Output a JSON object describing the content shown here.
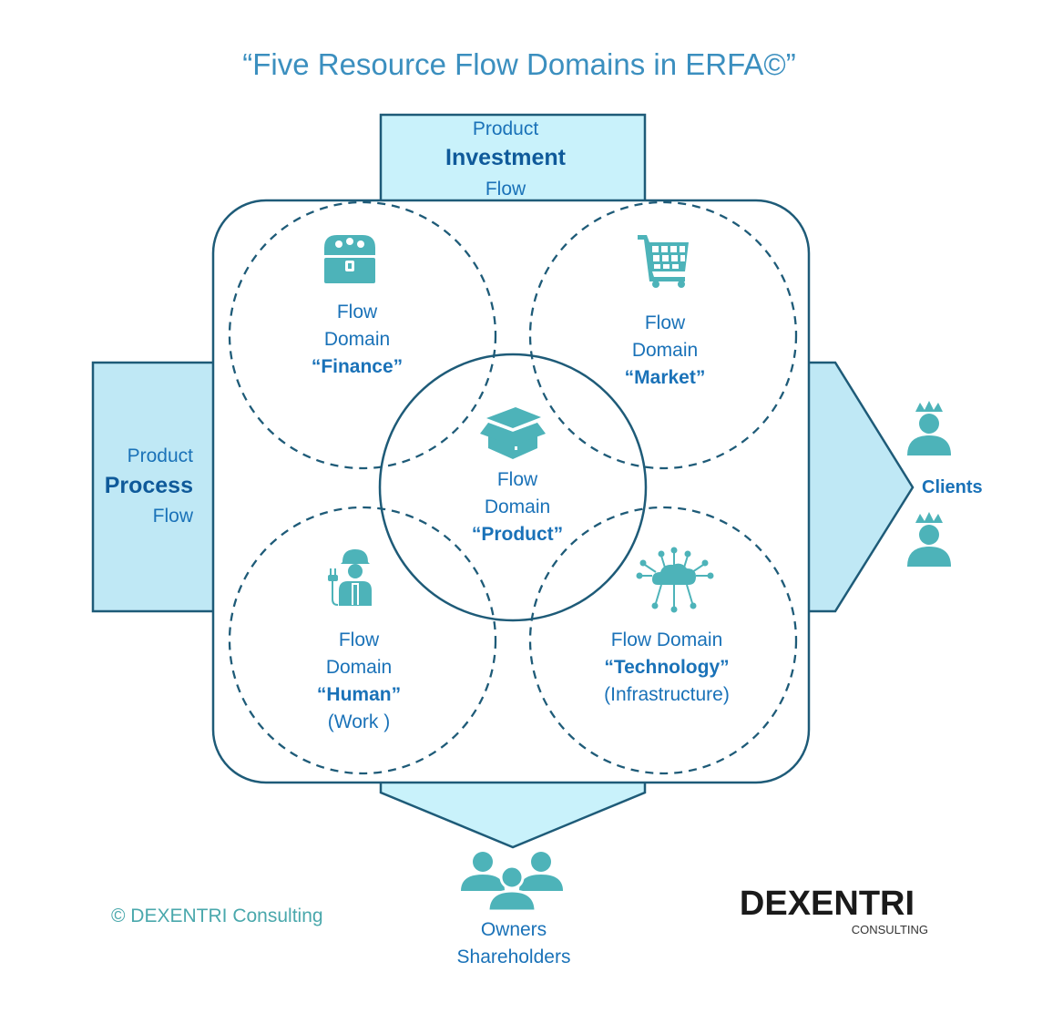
{
  "title": "“Five Resource Flow Domains in ERFA©”",
  "colors": {
    "title": "#3b8fbf",
    "primary_text": "#1a72b8",
    "dark_blue": "#0f5a9a",
    "teal_icon": "#4db3b9",
    "teal_text": "#4aa8ac",
    "frame_stroke": "#1e5b78",
    "arrow_fill": "#bfe8f5",
    "arrow_fill_light": "#c9f2fb"
  },
  "flows": {
    "investment": {
      "line1": "Product",
      "bold": "Investment",
      "line3": "Flow"
    },
    "process": {
      "line1": "Product",
      "bold": "Process",
      "line3": "Flow"
    }
  },
  "domains": {
    "finance": {
      "icon": "treasure-chest-icon",
      "line1": "Flow",
      "line2": "Domain",
      "name": "“Finance”"
    },
    "market": {
      "icon": "shopping-cart-icon",
      "line1": "Flow",
      "line2": "Domain",
      "name": "“Market”"
    },
    "product": {
      "icon": "open-box-icon",
      "line1": "Flow",
      "line2": "Domain",
      "name": "“Product”"
    },
    "human": {
      "icon": "worker-icon",
      "line1": "Flow",
      "line2": "Domain",
      "name": "“Human”",
      "sub": "(Work )"
    },
    "technology": {
      "icon": "cloud-network-icon",
      "line1": "Flow Domain",
      "name": "“Technology”",
      "sub": "(Infrastructure)"
    }
  },
  "outputs": {
    "clients": {
      "label": "Clients",
      "icon": "crowned-person-icon"
    },
    "owners": {
      "line1": "Owners",
      "line2": "Shareholders",
      "icon": "people-group-icon"
    }
  },
  "copyright": "© DEXENTRI Consulting",
  "logo": {
    "word": "DEXENTRI",
    "sub": "CONSULTING"
  }
}
